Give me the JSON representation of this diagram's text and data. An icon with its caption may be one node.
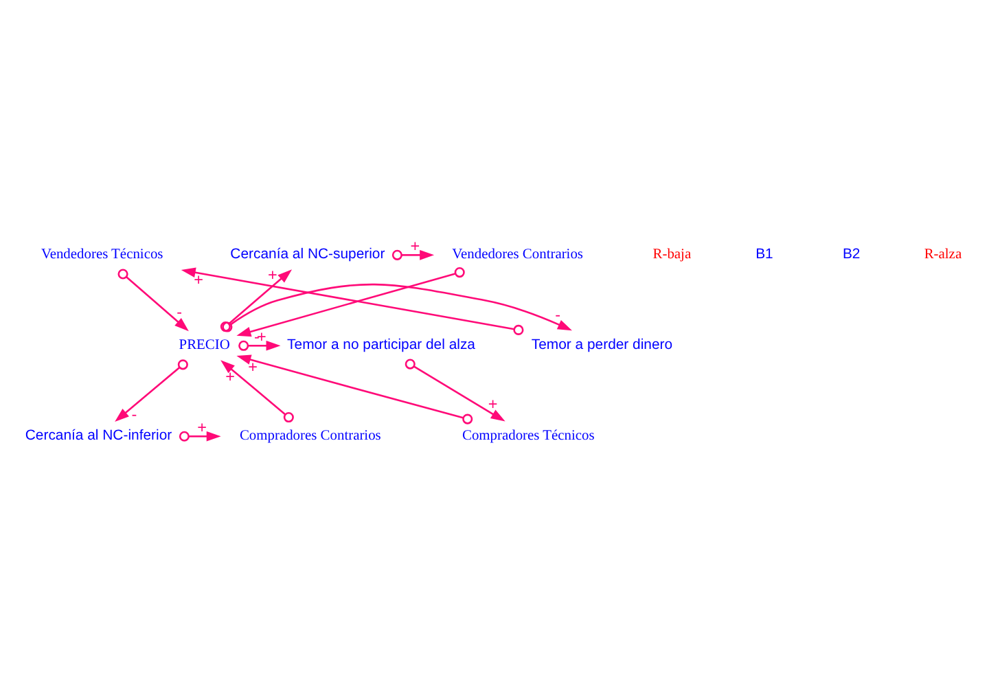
{
  "diagram": {
    "nodes": [
      {
        "text": [
          "Vendedores Técnicos"
        ]
      },
      {
        "text": [
          "Vendedores Contrarios"
        ]
      },
      {
        "text": [
          "Cercanía al NC-superior"
        ]
      },
      {
        "text": [
          "Temor a perder dinero"
        ]
      },
      {
        "text": [
          "PRECIO"
        ]
      },
      {
        "text": [
          "Temor a no participar del alza"
        ]
      },
      {
        "text": [
          "Cercanía al NC-inferior"
        ]
      },
      {
        "text": [
          "Compradores Contrarios"
        ]
      },
      {
        "text": [
          "Compradores Técnicos"
        ]
      }
    ],
    "edges": [
      {
        "from": 0,
        "to": 4,
        "arrow": "to",
        "label": "-"
      },
      {
        "from": 1,
        "to": 4,
        "arrow": "to",
        "label": "-"
      },
      {
        "from": 2,
        "to": 1,
        "arrow": "to",
        "label": "+"
      },
      {
        "from": 4,
        "to": 2,
        "arrow": "to",
        "label": "+"
      },
      {
        "from": 4,
        "to": 3,
        "arrow": "to",
        "label": "-"
      },
      {
        "from": 3,
        "to": 0,
        "arrow": "to",
        "label": "+"
      },
      {
        "from": 4,
        "to": 5,
        "arrow": "to",
        "label": "+"
      },
      {
        "from": 5,
        "to": 8,
        "arrow": "to",
        "label": "+"
      },
      {
        "from": 8,
        "to": 4,
        "arrow": "to",
        "label": "+"
      },
      {
        "from": 7,
        "to": 4,
        "arrow": "to",
        "label": "+"
      },
      {
        "from": 4,
        "to": 6,
        "arrow": "to",
        "label": "-"
      },
      {
        "from": 6,
        "to": 7,
        "arrow": "to",
        "label": "+"
      }
    ],
    "labels": [
      "R-baja",
      "B1",
      "B2",
      "R-alza"
    ]
  }
}
